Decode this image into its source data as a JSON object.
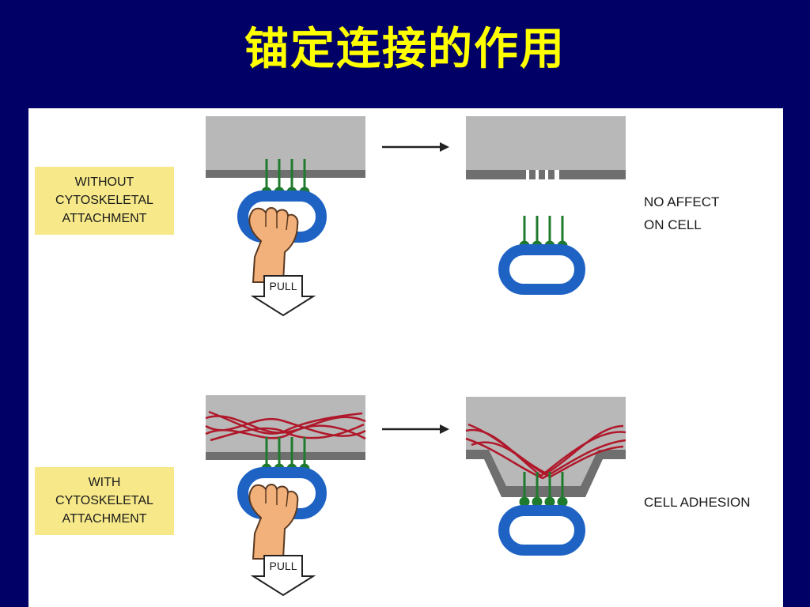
{
  "slide": {
    "title": "锚定连接的作用"
  },
  "scenarios": [
    {
      "label_lines": [
        "WITHOUT",
        "CYTOSKELETAL",
        "ATTACHMENT"
      ],
      "pull_label": "PULL",
      "result_lines": [
        "NO AFFECT",
        "ON CELL"
      ]
    },
    {
      "label_lines": [
        "WITH",
        "CYTOSKELETAL",
        "ATTACHMENT"
      ],
      "pull_label": "PULL",
      "result_lines": [
        "CELL ADHESION"
      ]
    }
  ],
  "colors": {
    "background": "#000066",
    "title": "#ffff00",
    "label_box": "#f7e98a",
    "cell": "#b8b8b8",
    "membrane": "#6f6f6f",
    "protein": "#1f7a2e",
    "ring": "#1e63c4",
    "filament": "#b0182a",
    "hand": "#f2b07a"
  },
  "icons": [
    "hand-icon",
    "pull-arrow-icon",
    "arrow-right-icon"
  ]
}
